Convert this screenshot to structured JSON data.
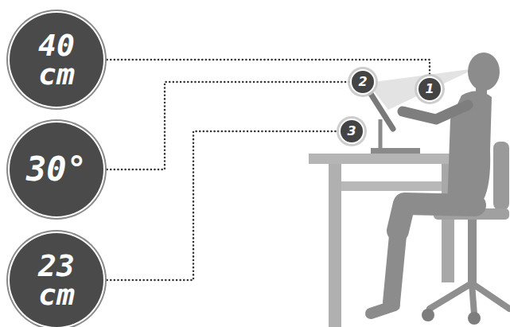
{
  "diagram": {
    "nodes": [
      {
        "text": [
          "40 cm"
        ]
      },
      {
        "text": [
          "30°"
        ]
      },
      {
        "text": [
          "23 cm"
        ]
      },
      {
        "text": [
          "1"
        ]
      },
      {
        "text": [
          "2"
        ]
      },
      {
        "text": [
          "3"
        ]
      }
    ],
    "edges": [
      {
        "from": 0,
        "to": 3,
        "arrow": "none"
      },
      {
        "from": 1,
        "to": 4,
        "arrow": "none"
      },
      {
        "from": 2,
        "to": 5,
        "arrow": "none"
      }
    ]
  }
}
